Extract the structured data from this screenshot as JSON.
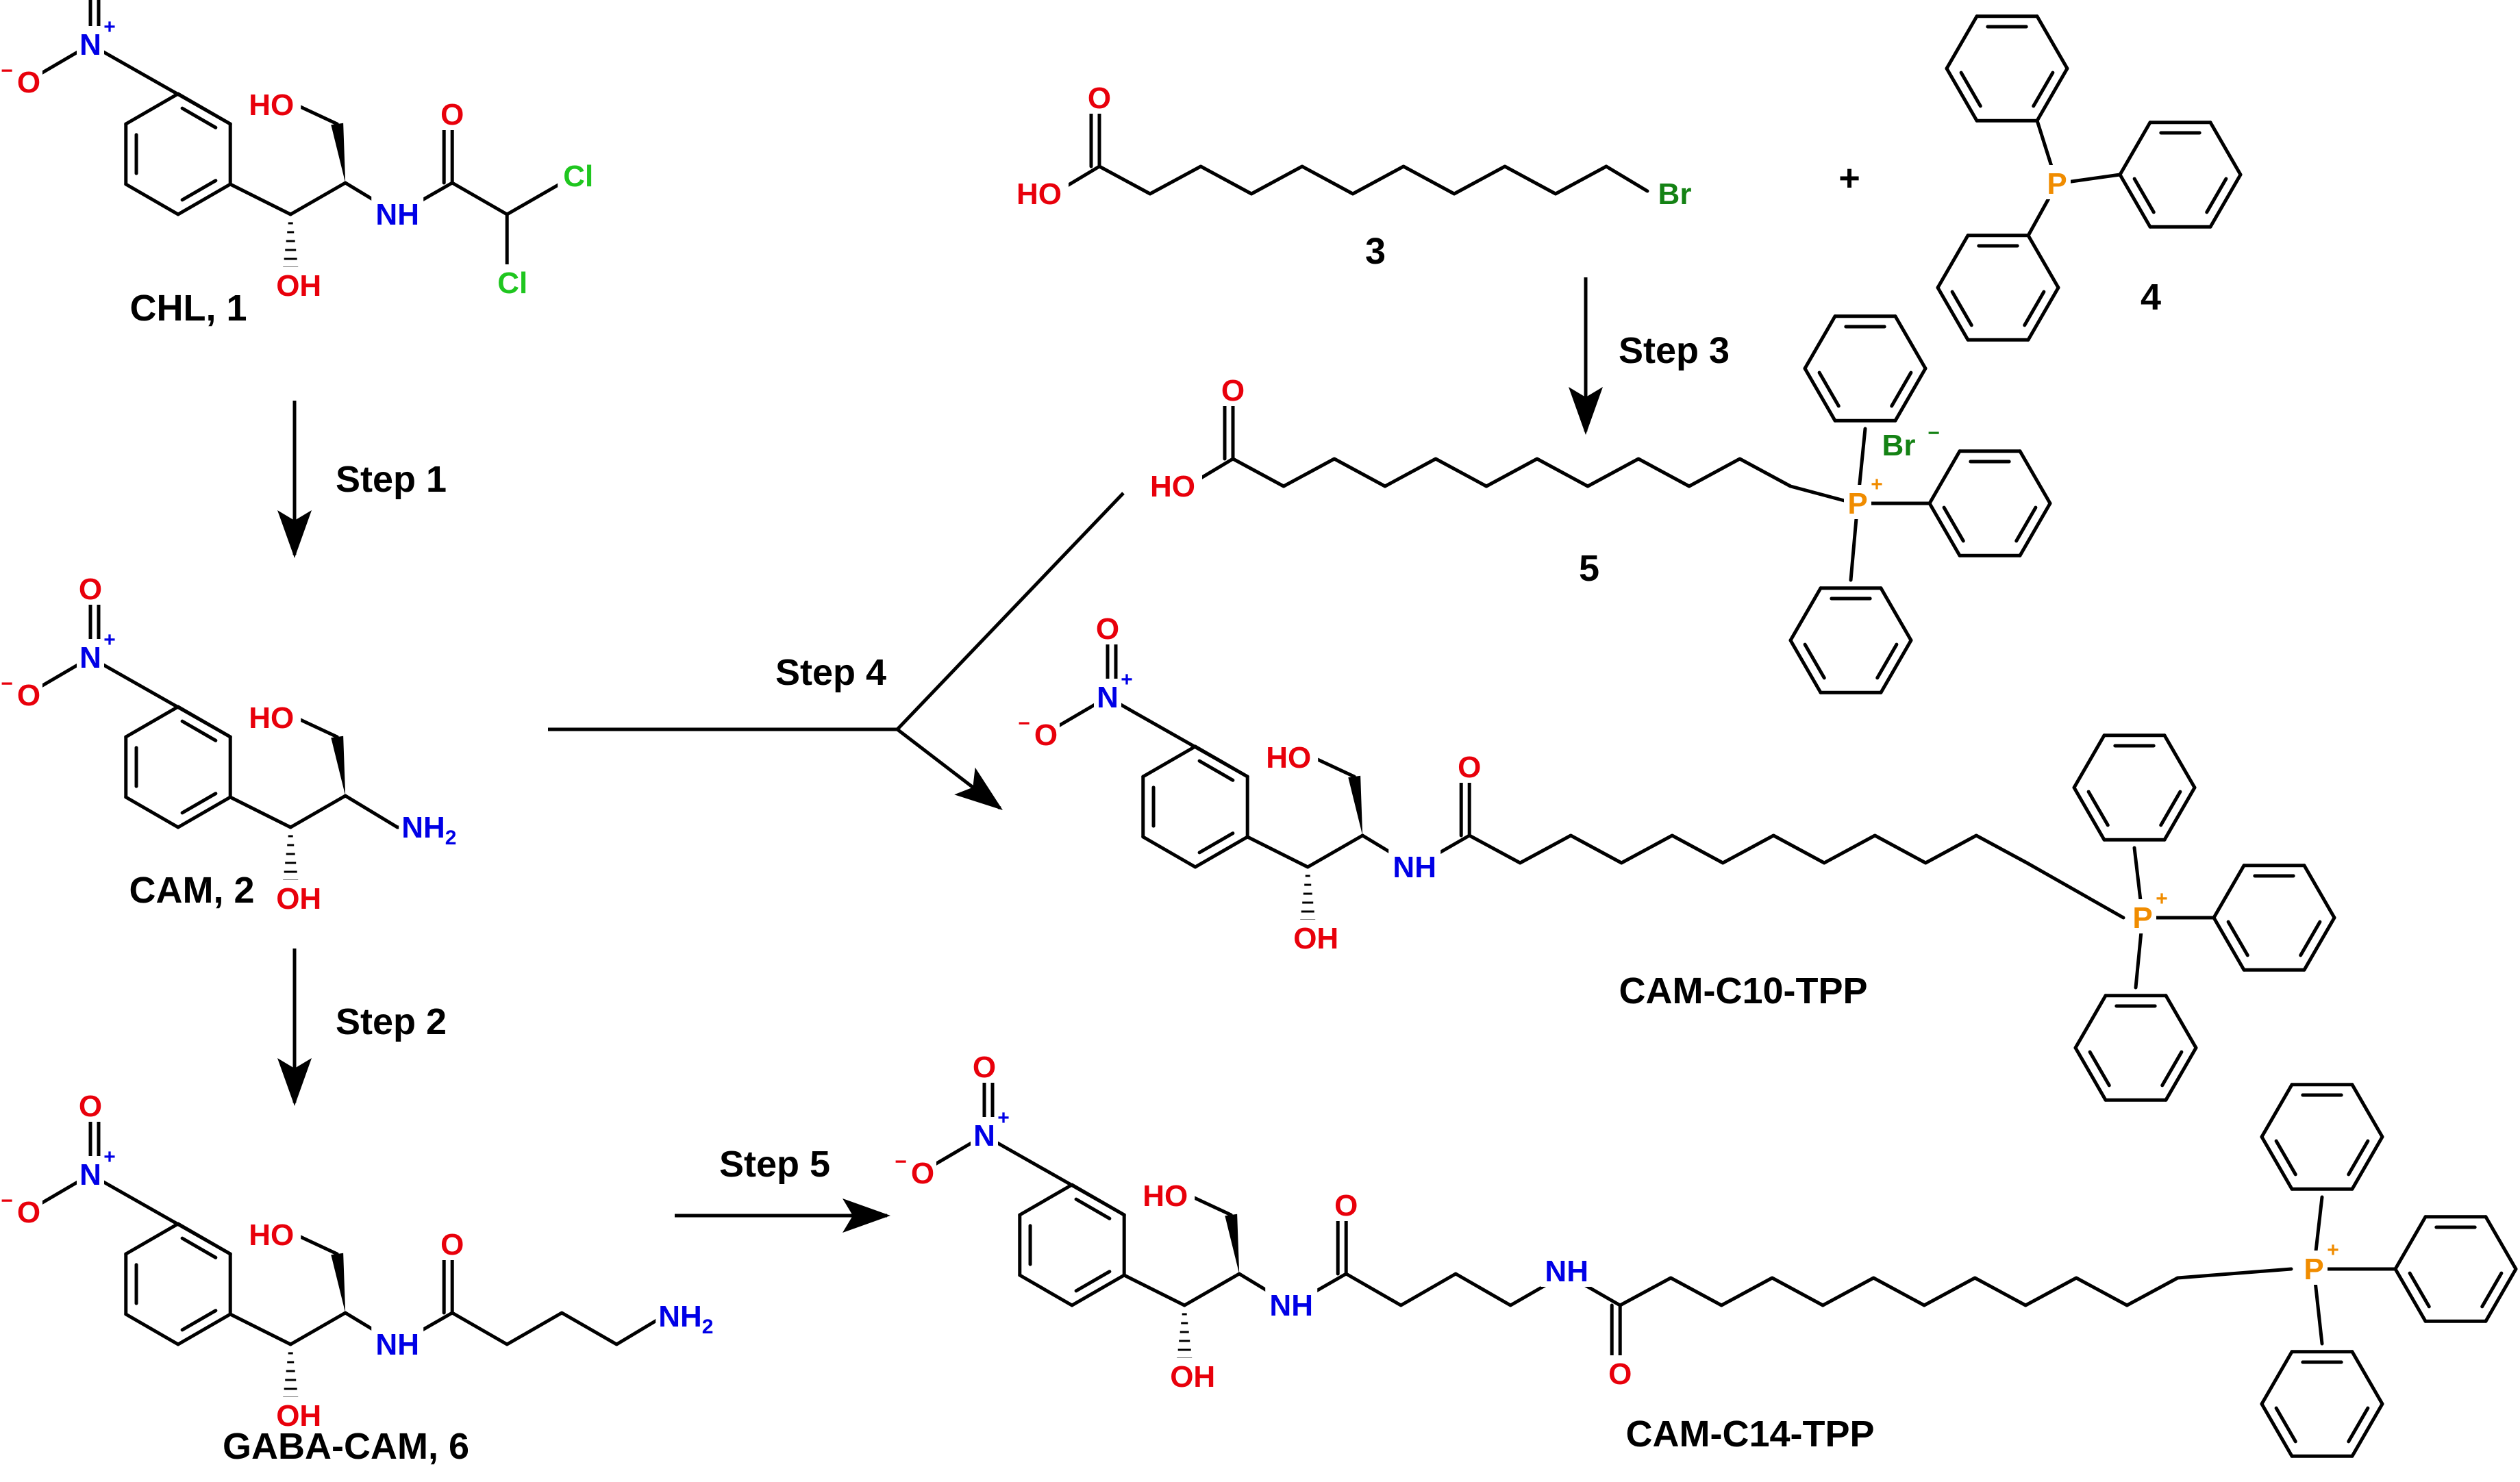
{
  "colors": {
    "oxygen": "#e8000b",
    "nitrogen": "#0000e6",
    "chlorine": "#1fc61f",
    "bromine": "#148214",
    "phosphorus": "#f08c00",
    "text": "#000000"
  },
  "atoms": {
    "O": "O",
    "N": "N",
    "P": "P",
    "HO": "HO",
    "OH": "OH",
    "NH": "NH",
    "NH2": "NH",
    "sub2": "2",
    "Cl": "Cl",
    "Br": "Br",
    "Br_ion": "Br",
    "plus": "+",
    "minus": "−"
  },
  "compounds": {
    "chl": "CHL, 1",
    "cam": "CAM, 2",
    "c3": "3",
    "c4": "4",
    "c5": "5",
    "gaba": "GABA-CAM, 6",
    "c10": "CAM-C10-TPP",
    "c14": "CAM-C14-TPP"
  },
  "steps": {
    "s1": "Step 1",
    "s2": "Step 2",
    "s3": "Step 3",
    "s4": "Step 4",
    "s5": "Step 5"
  },
  "plus_sign": "+"
}
